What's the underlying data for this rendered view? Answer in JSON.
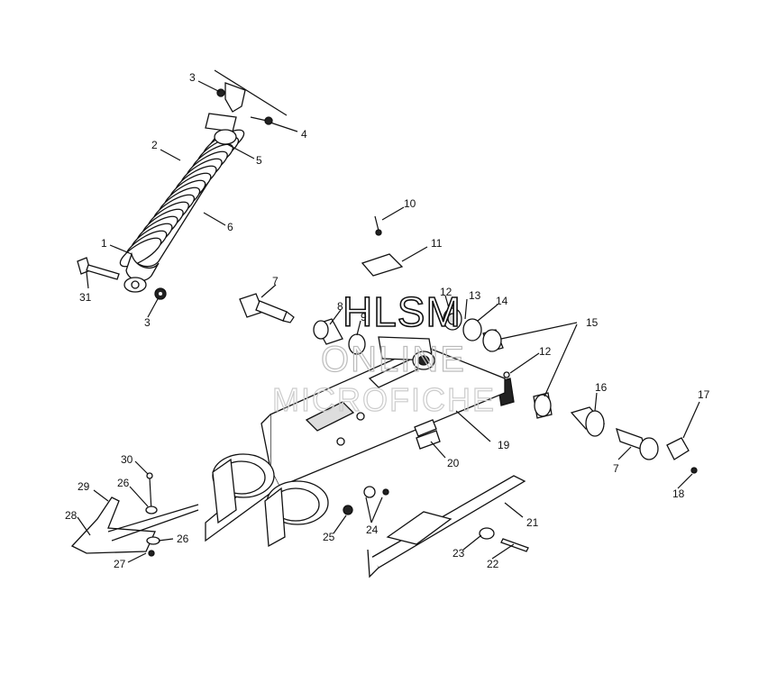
{
  "watermark": {
    "line1": "HLSM",
    "line2": "ONLINE",
    "line3": "MICROFICHE"
  },
  "callouts": [
    {
      "id": "c3a",
      "label": "3"
    },
    {
      "id": "c4",
      "label": "4"
    },
    {
      "id": "c2",
      "label": "2"
    },
    {
      "id": "c5",
      "label": "5"
    },
    {
      "id": "c6",
      "label": "6"
    },
    {
      "id": "c1",
      "label": "1"
    },
    {
      "id": "c31",
      "label": "31"
    },
    {
      "id": "c3b",
      "label": "3"
    },
    {
      "id": "c7a",
      "label": "7"
    },
    {
      "id": "c8",
      "label": "8"
    },
    {
      "id": "c9",
      "label": "9"
    },
    {
      "id": "c10",
      "label": "10"
    },
    {
      "id": "c11",
      "label": "11"
    },
    {
      "id": "c12a",
      "label": "12"
    },
    {
      "id": "c13",
      "label": "13"
    },
    {
      "id": "c14",
      "label": "14"
    },
    {
      "id": "c15",
      "label": "15"
    },
    {
      "id": "c12b",
      "label": "12"
    },
    {
      "id": "c16",
      "label": "16"
    },
    {
      "id": "c17",
      "label": "17"
    },
    {
      "id": "c7b",
      "label": "7"
    },
    {
      "id": "c18",
      "label": "18"
    },
    {
      "id": "c19",
      "label": "19"
    },
    {
      "id": "c20",
      "label": "20"
    },
    {
      "id": "c21",
      "label": "21"
    },
    {
      "id": "c22",
      "label": "22"
    },
    {
      "id": "c23",
      "label": "23"
    },
    {
      "id": "c24",
      "label": "24"
    },
    {
      "id": "c25",
      "label": "25"
    },
    {
      "id": "c26a",
      "label": "26"
    },
    {
      "id": "c26b",
      "label": "26"
    },
    {
      "id": "c27",
      "label": "27"
    },
    {
      "id": "c28",
      "label": "28"
    },
    {
      "id": "c29",
      "label": "29"
    },
    {
      "id": "c30",
      "label": "30"
    }
  ]
}
